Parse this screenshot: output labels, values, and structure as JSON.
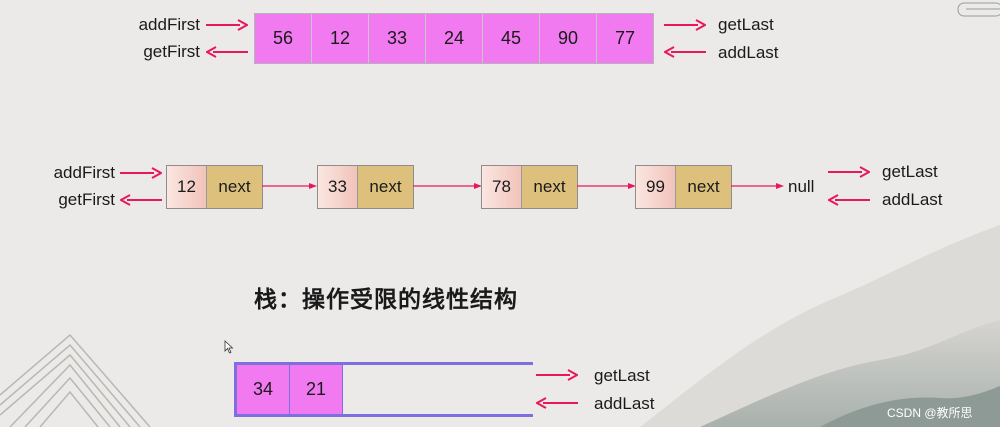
{
  "array": {
    "cells": [
      "56",
      "12",
      "33",
      "24",
      "45",
      "90",
      "77"
    ],
    "left_labels": [
      "addFirst",
      "getFirst"
    ],
    "right_labels": [
      "getLast",
      "addLast"
    ]
  },
  "linked_list": {
    "nodes": [
      {
        "value": "12",
        "next": "next"
      },
      {
        "value": "33",
        "next": "next"
      },
      {
        "value": "78",
        "next": "next"
      },
      {
        "value": "99",
        "next": "next"
      }
    ],
    "null_label": "null",
    "left_labels": [
      "addFirst",
      "getFirst"
    ],
    "right_labels": [
      "getLast",
      "addLast"
    ]
  },
  "stack": {
    "title": "栈：操作受限的线性结构",
    "cells": [
      "34",
      "21"
    ],
    "right_labels": [
      "getLast",
      "addLast"
    ]
  },
  "watermark": "CSDN @教所思",
  "colors": {
    "arrow": "#e8195b",
    "array_cell": "#f27af0",
    "node_next": "#dec07d",
    "stack_border": "#7d6fe0"
  }
}
